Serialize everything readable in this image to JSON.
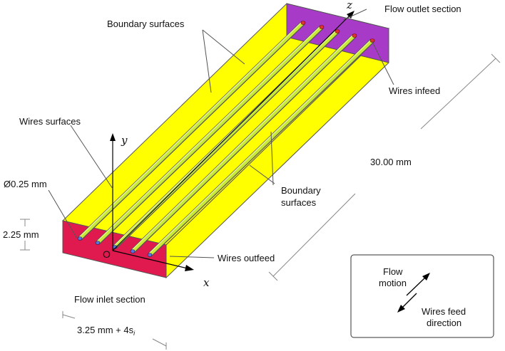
{
  "labels": {
    "boundary_top": "Boundary surfaces",
    "boundary_bottom_1": "Boundary",
    "boundary_bottom_2": "surfaces",
    "wires_surfaces": "Wires surfaces",
    "wire_diameter": "Ø0.25 mm",
    "height": "2.25 mm",
    "width": "3.25 mm + 4s",
    "width_subscript": "i",
    "length": "30.00 mm",
    "flow_outlet": "Flow outlet section",
    "flow_inlet": "Flow inlet section",
    "wires_infeed": "Wires infeed",
    "wires_outfeed": "Wires outfeed",
    "origin": "O",
    "axis_x": "x",
    "axis_y": "y",
    "axis_z": "z"
  },
  "legend": {
    "flow_1": "Flow",
    "flow_2": "motion",
    "feed_1": "Wires feed",
    "feed_2": "direction"
  },
  "colors": {
    "boundary_faces": "#ffff00",
    "outlet_face": "#a83ac8",
    "inlet_face": "#e01a4f",
    "wires": "#c8e83a"
  }
}
